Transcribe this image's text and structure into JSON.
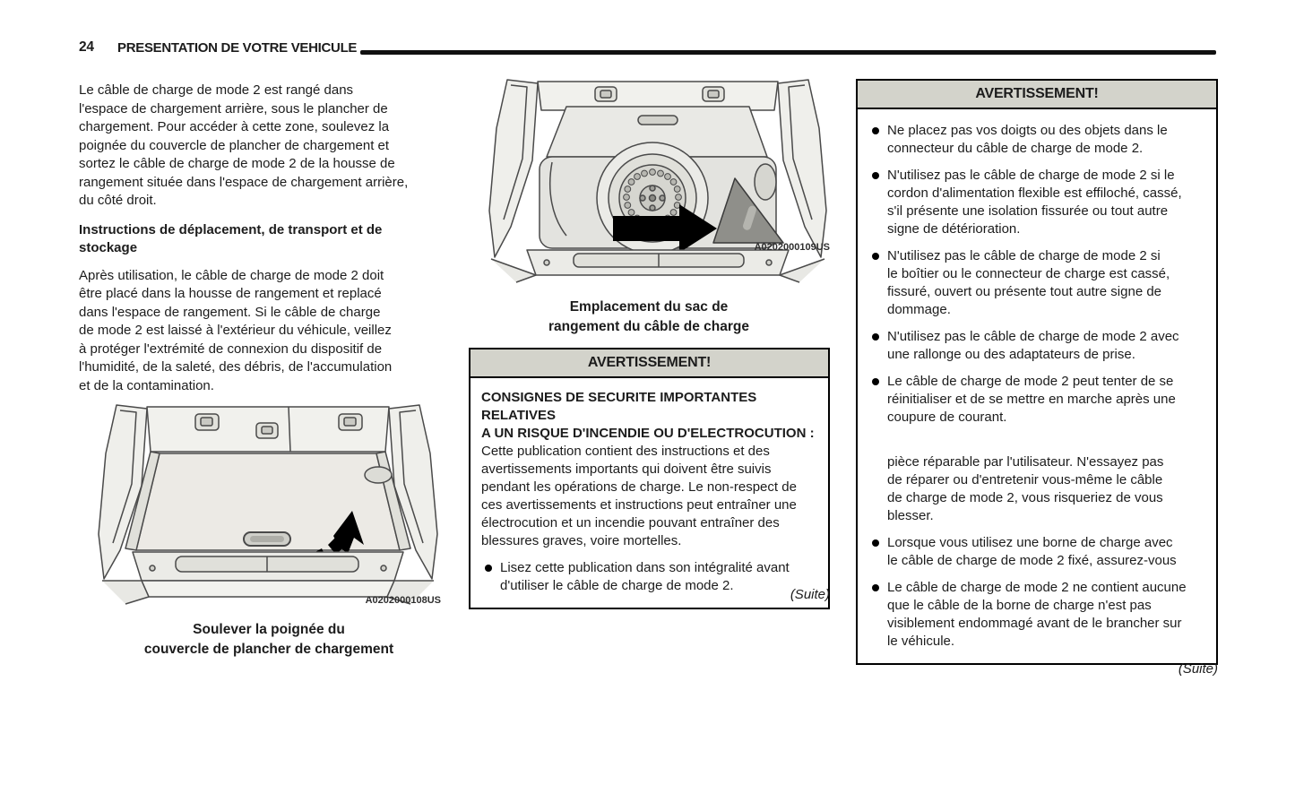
{
  "colors": {
    "warning_header_bg": "#d3d3cb",
    "text": "#1c1c1c",
    "rule": "#101010",
    "illustration_line": "#4a4a4a",
    "illustration_fill": "#ebebe7",
    "bag_fill": "#8f8f8a"
  },
  "header": {
    "page_number": "24",
    "title": "PRESENTATION DE VOTRE VEHICULE"
  },
  "left_column": {
    "para1": "Le câble de charge de mode 2 est rangé dans\nl'espace de chargement arrière, sous le plancher de\nchargement. Pour accéder à cette zone, soulevez la\npoignée du couvercle de plancher de chargement et\nsortez le câble de charge de mode 2 de la housse de\nrangement située dans l'espace de chargement arrière,\ndu côté droit.",
    "heading": "Instructions de déplacement, de transport et de\nstockage",
    "para2": "Après utilisation, le câble de charge de mode 2 doit\nêtre placé dans la housse de rangement et replacé\ndans l'espace de rangement. Si le câble de charge\nde mode 2 est laissé à l'extérieur du véhicule, veillez\nà protéger l'extrémité de connexion du dispositif de\nl'humidité, de la saleté, des débris, de l'accumulation\net de la contamination.",
    "figure_code": "A0202000108US",
    "figure_caption": "Soulever la poignée du\ncouvercle de plancher de chargement"
  },
  "middle_column": {
    "figure_code": "A0202000109US",
    "figure_caption": "Emplacement du sac de\nrangement du câble de charge",
    "warning": {
      "title": "AVERTISSEMENT!",
      "lead_bold": "CONSIGNES DE SECURITE IMPORTANTES RELATIVES\nA UN RISQUE D'INCENDIE OU D'ELECTROCUTION :",
      "lead_rest": "\nCette publication contient des instructions et des\navertissements importants qui doivent être suivis\npendant les opérations de charge. Le non-respect de\nces avertissements et instructions peut entraîner une\nélectrocution et un incendie pouvant entraîner des\nblessures graves, voire mortelles.",
      "bullet1": "Lisez cette publication dans son intégralité avant\nd'utiliser le câble de charge de mode 2."
    },
    "suite": "(Suite)"
  },
  "right_column": {
    "warning": {
      "title": "AVERTISSEMENT!",
      "items": [
        "Ne placez pas vos doigts ou des objets dans le\nconnecteur du câble de charge de mode 2.",
        "N'utilisez pas le câble de charge de mode 2 si le\ncordon d'alimentation flexible est effiloché, cassé,\ns'il présente une isolation fissurée ou tout autre\nsigne de détérioration.",
        "N'utilisez pas le câble de charge de mode 2 si\nle boîtier ou le connecteur de charge est cassé,\nfissuré, ouvert ou présente tout autre signe de\ndommage.",
        "N'utilisez pas le câble de charge de mode 2 avec\nune rallonge ou des adaptateurs de prise.",
        "Le câble de charge de mode 2 peut tenter de se\nréinitialiser et de se mettre en marche après une\ncoupure de courant.",
        "pièce réparable par l'utilisateur. N'essayez pas\nde réparer ou d'entretenir vous-même le câble\nde charge de mode 2, vous risqueriez de vous\nblesser.",
        "Lorsque vous utilisez une borne de charge avec\nle câble de charge de mode 2 fixé, assurez-vous",
        "Le câble de charge de mode 2 ne contient aucune\nque le câble de la borne de charge n'est pas\nvisiblement endommagé avant de le brancher sur\nle véhicule."
      ]
    },
    "suite": "(Suite)"
  }
}
